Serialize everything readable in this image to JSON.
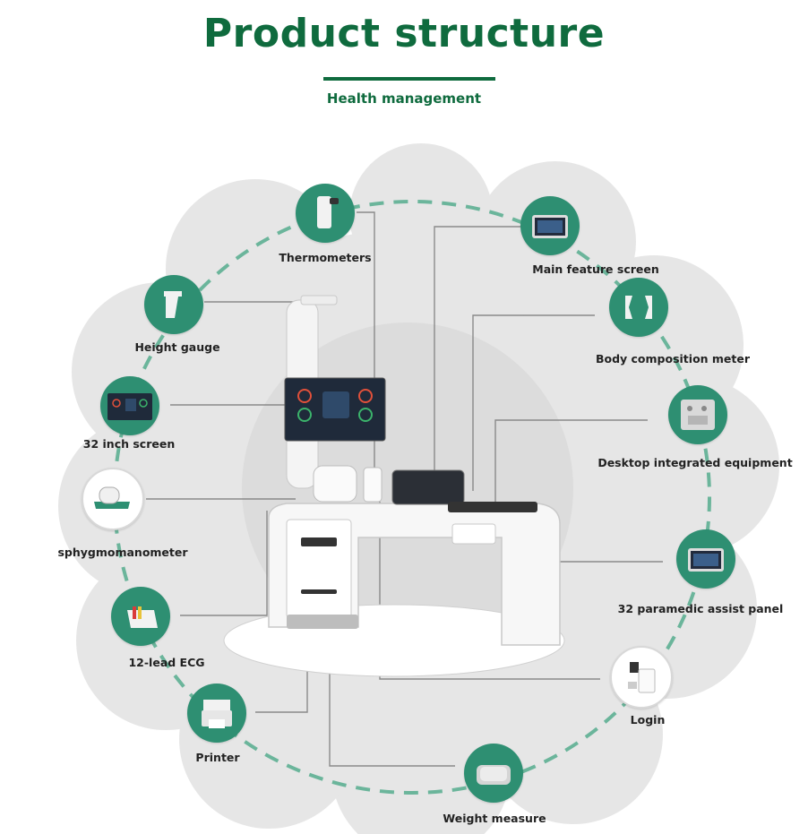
{
  "header": {
    "title": "Product structure",
    "subtitle": "Health management"
  },
  "colors": {
    "brand_green": "#0f6b3e",
    "node_teal": "#2e8f72",
    "dashed_ring": "#6bb59b",
    "blob_gray": "#e6e6e6",
    "connector_gray": "#8a8a8a"
  },
  "components": [
    {
      "label": "Thermometers",
      "icon": "thermometer-icon"
    },
    {
      "label": "Main feature screen",
      "icon": "tablet-screen-icon"
    },
    {
      "label": "Height gauge",
      "icon": "height-gauge-icon"
    },
    {
      "label": "Body composition meter",
      "icon": "body-composition-icon"
    },
    {
      "label": "32 inch screen",
      "icon": "monitor-icon"
    },
    {
      "label": "Desktop integrated equipment",
      "icon": "circuit-board-icon"
    },
    {
      "label": "sphygmomanometer",
      "icon": "blood-pressure-cuff-icon"
    },
    {
      "label": "32 paramedic assist panel",
      "icon": "assist-panel-icon"
    },
    {
      "label": "12-lead ECG",
      "icon": "ecg-device-icon"
    },
    {
      "label": "Login",
      "icon": "login-reader-icon"
    },
    {
      "label": "Printer",
      "icon": "printer-icon"
    },
    {
      "label": "Weight measure",
      "icon": "scale-platform-icon"
    }
  ]
}
